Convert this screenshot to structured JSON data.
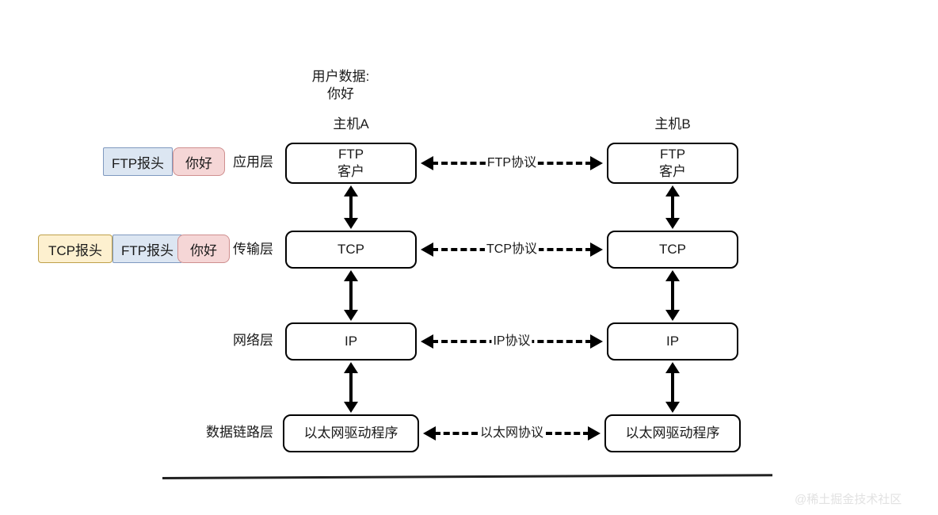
{
  "diagram": {
    "user_data_caption": "用户数据:",
    "user_data_value": "你好",
    "host_a": "主机A",
    "host_b": "主机B",
    "watermark": "@稀土掘金技术社区",
    "colors": {
      "tcp_header_fill": "#fdf0cf",
      "tcp_header_border": "#bfa14a",
      "ftp_header_fill": "#dce6f2",
      "ftp_header_border": "#7f99bf",
      "payload_fill": "#f5d6d6",
      "payload_border": "#cf8f8f",
      "node_border": "#000000",
      "background": "#ffffff"
    },
    "layers": [
      {
        "id": "application",
        "label": "应用层",
        "host_a_node": {
          "line1": "FTP",
          "line2": "客户"
        },
        "host_b_node": {
          "line1": "FTP",
          "line2": "客户"
        },
        "protocol": "FTP协议",
        "encapsulation": [
          {
            "kind": "ftp-header",
            "label": "FTP报头"
          },
          {
            "kind": "payload",
            "label": "你好"
          }
        ]
      },
      {
        "id": "transport",
        "label": "传输层",
        "host_a_node": {
          "line1": "TCP",
          "line2": ""
        },
        "host_b_node": {
          "line1": "TCP",
          "line2": ""
        },
        "protocol": "TCP协议",
        "encapsulation": [
          {
            "kind": "tcp-header",
            "label": "TCP报头"
          },
          {
            "kind": "ftp-header",
            "label": "FTP报头"
          },
          {
            "kind": "payload",
            "label": "你好"
          }
        ]
      },
      {
        "id": "network",
        "label": "网络层",
        "host_a_node": {
          "line1": "IP",
          "line2": ""
        },
        "host_b_node": {
          "line1": "IP",
          "line2": ""
        },
        "protocol": "IP协议",
        "encapsulation": []
      },
      {
        "id": "datalink",
        "label": "数据链路层",
        "host_a_node": {
          "line1": "以太网驱动程序",
          "line2": ""
        },
        "host_b_node": {
          "line1": "以太网驱动程序",
          "line2": ""
        },
        "protocol": "以太网协议",
        "encapsulation": []
      }
    ]
  }
}
